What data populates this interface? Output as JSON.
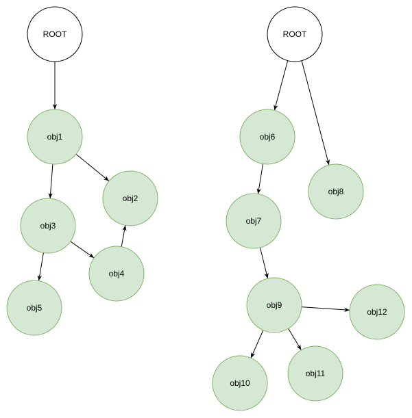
{
  "colors": {
    "root_fill": "#ffffff",
    "root_stroke": "#000000",
    "object_fill": "#d5e8d4",
    "object_stroke": "#82b366",
    "edge": "#000000"
  },
  "nodes": {
    "root_left": {
      "label": "ROOT",
      "kind": "root"
    },
    "root_right": {
      "label": "ROOT",
      "kind": "root"
    },
    "obj1": {
      "label": "obj1",
      "kind": "object"
    },
    "obj2": {
      "label": "obj2",
      "kind": "object"
    },
    "obj3": {
      "label": "obj3",
      "kind": "object"
    },
    "obj4": {
      "label": "obj4",
      "kind": "object"
    },
    "obj5": {
      "label": "obj5",
      "kind": "object"
    },
    "obj6": {
      "label": "obj6",
      "kind": "object"
    },
    "obj7": {
      "label": "obj7",
      "kind": "object"
    },
    "obj8": {
      "label": "obj8",
      "kind": "object"
    },
    "obj9": {
      "label": "obj9",
      "kind": "object"
    },
    "obj10": {
      "label": "obj10",
      "kind": "object"
    },
    "obj11": {
      "label": "obj11",
      "kind": "object"
    },
    "obj12": {
      "label": "obj12",
      "kind": "object"
    }
  },
  "edges": [
    {
      "from": "root_left",
      "to": "obj1"
    },
    {
      "from": "obj1",
      "to": "obj3"
    },
    {
      "from": "obj1",
      "to": "obj2"
    },
    {
      "from": "obj3",
      "to": "obj5"
    },
    {
      "from": "obj3",
      "to": "obj4"
    },
    {
      "from": "obj4",
      "to": "obj2"
    },
    {
      "from": "root_right",
      "to": "obj6"
    },
    {
      "from": "root_right",
      "to": "obj8"
    },
    {
      "from": "obj6",
      "to": "obj7"
    },
    {
      "from": "obj7",
      "to": "obj9"
    },
    {
      "from": "obj9",
      "to": "obj10"
    },
    {
      "from": "obj9",
      "to": "obj11"
    },
    {
      "from": "obj9",
      "to": "obj12"
    }
  ]
}
